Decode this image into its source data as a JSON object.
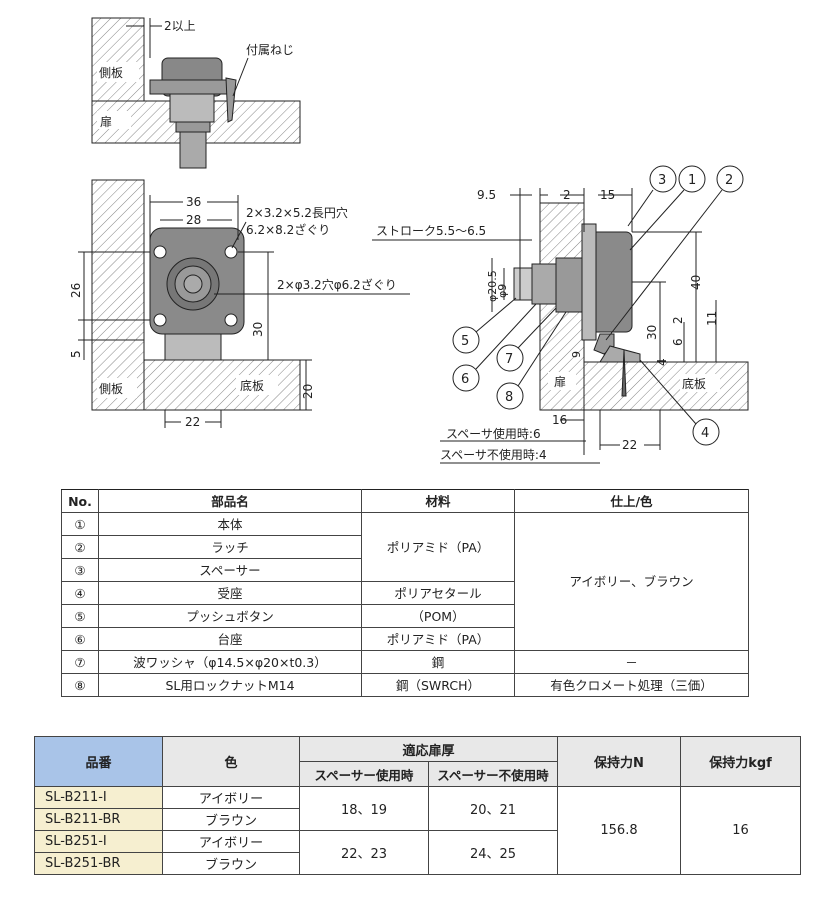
{
  "drawing": {
    "top": {
      "gap": "2以上",
      "screw": "付属ねじ",
      "side": "側板",
      "door": "扉"
    },
    "mid": {
      "w36": "36",
      "w28": "28",
      "hole1a": "2×3.2×5.2長円穴",
      "hole1b": "6.2×8.2ざぐり",
      "hole2": "2×φ3.2穴φ6.2ざぐり",
      "h26": "26",
      "h5": "5",
      "h30": "30",
      "h20": "20",
      "w22": "22",
      "side": "側板",
      "bottom": "底板"
    },
    "right": {
      "d95": "9.5",
      "d2": "2",
      "d15": "15",
      "stroke": "ストローク5.5〜6.5",
      "phi205": "φ20.5",
      "phi9": "φ9",
      "d40": "40",
      "d30": "30",
      "d2b": "2",
      "d11": "11",
      "d6": "6",
      "d4": "4",
      "d9": "9",
      "d16": "16",
      "d22": "22",
      "spacerOn": "スペーサ使用時:6",
      "spacerOff": "スペーサ不使用時:4",
      "door": "扉",
      "bottom": "底板",
      "c1": "1",
      "c2": "2",
      "c3": "3",
      "c4": "4",
      "c5": "5",
      "c6": "6",
      "c7": "7",
      "c8": "8"
    }
  },
  "parts": {
    "headers": [
      "No.",
      "部品名",
      "材料",
      "仕上/色"
    ],
    "rows": [
      {
        "no": "①",
        "name": "本体"
      },
      {
        "no": "②",
        "name": "ラッチ"
      },
      {
        "no": "③",
        "name": "スペーサー"
      },
      {
        "no": "④",
        "name": "受座"
      },
      {
        "no": "⑤",
        "name": "プッシュボタン"
      },
      {
        "no": "⑥",
        "name": "台座"
      },
      {
        "no": "⑦",
        "name": "波ワッシャ（φ14.5×φ20×t0.3）"
      },
      {
        "no": "⑧",
        "name": "SL用ロックナットM14"
      }
    ],
    "mat1": "ポリアミド（PA）",
    "mat2a": "ポリアセタール",
    "mat2b": "（POM）",
    "mat3": "ポリアミド（PA）",
    "mat7": "鋼",
    "mat8": "鋼（SWRCH）",
    "fin1": "アイボリー、ブラウン",
    "fin7": "－",
    "fin8": "有色クロメート処理（三価）"
  },
  "spec": {
    "h_pn": "品番",
    "h_color": "色",
    "h_thick": "適応扉厚",
    "h_with": "スペーサー使用時",
    "h_without": "スペーサー不使用時",
    "h_n": "保持力N",
    "h_kgf": "保持力kgf",
    "rows": [
      {
        "pn": "SL-B211-I",
        "color": "アイボリー"
      },
      {
        "pn": "SL-B211-BR",
        "color": "ブラウン"
      },
      {
        "pn": "SL-B251-I",
        "color": "アイボリー"
      },
      {
        "pn": "SL-B251-BR",
        "color": "ブラウン"
      }
    ],
    "g1_with": "18、19",
    "g1_without": "20、21",
    "g2_with": "22、23",
    "g2_without": "24、25",
    "n": "156.8",
    "kgf": "16"
  }
}
